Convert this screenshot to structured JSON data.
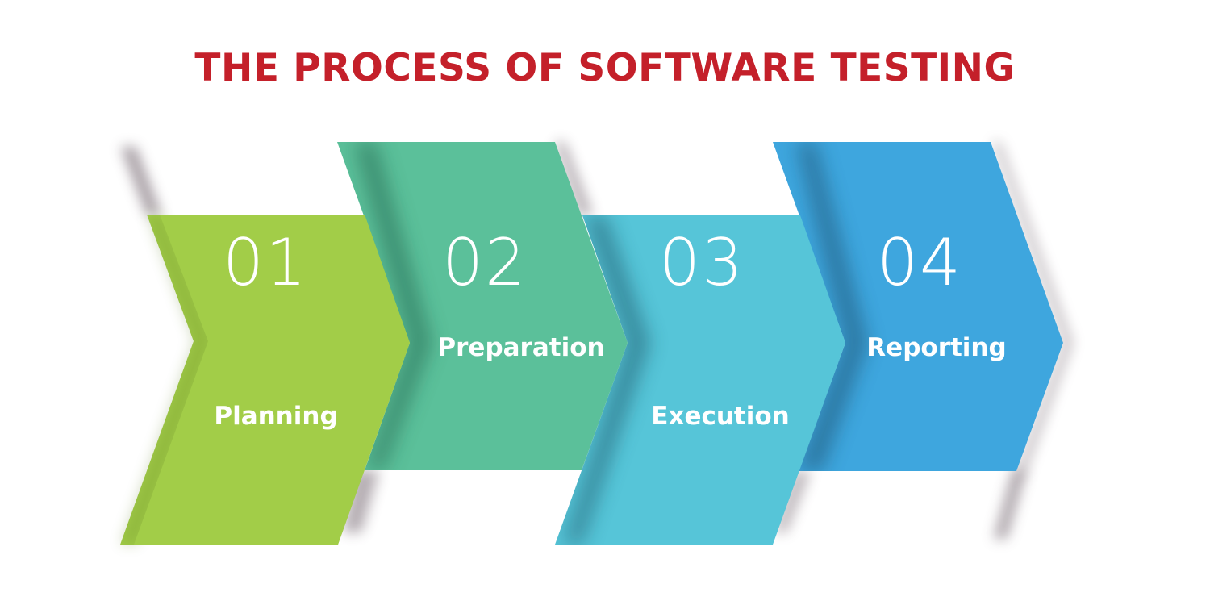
{
  "title": "THE PROCESS OF SOFTWARE TESTING",
  "colors": {
    "title": "#c4202a",
    "step_1": "#a2cd48",
    "step_2": "#5bc09a",
    "step_3": "#56c5d8",
    "step_4": "#3ea6de"
  },
  "steps": [
    {
      "number": "01",
      "label": "Planning"
    },
    {
      "number": "02",
      "label": "Preparation"
    },
    {
      "number": "03",
      "label": "Execution"
    },
    {
      "number": "04",
      "label": "Reporting"
    }
  ]
}
